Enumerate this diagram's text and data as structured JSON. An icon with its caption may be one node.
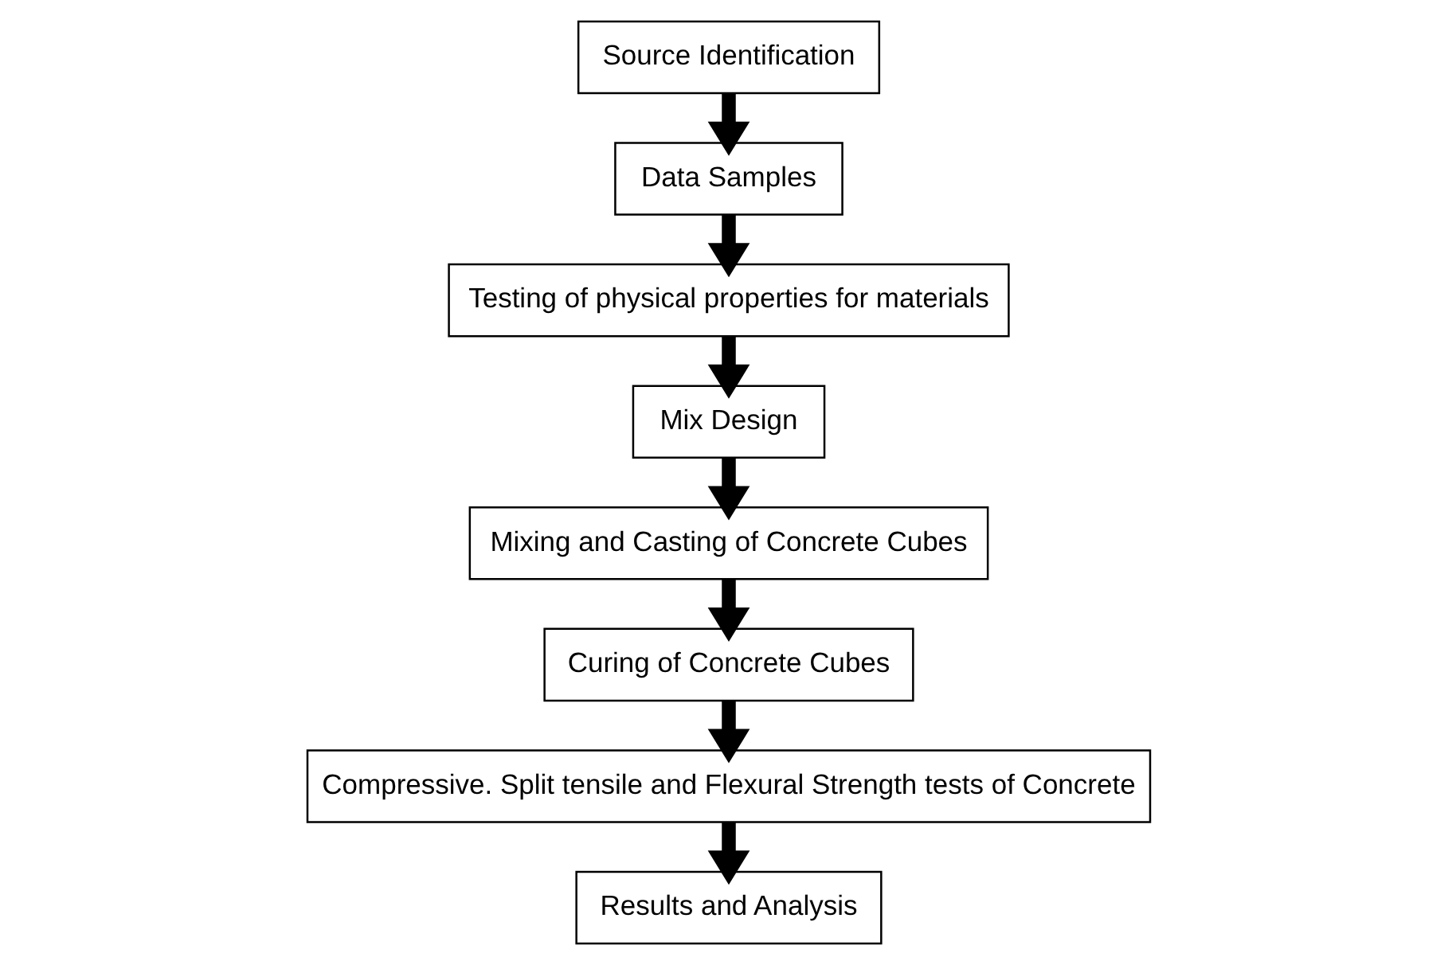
{
  "diagram": {
    "nodes": [
      {
        "text": [
          "Source Identification"
        ]
      },
      {
        "text": [
          "Data Samples"
        ]
      },
      {
        "text": [
          "Testing of physical properties for materials"
        ]
      },
      {
        "text": [
          "Mix Design"
        ]
      },
      {
        "text": [
          "Mixing and Casting of Concrete Cubes"
        ]
      },
      {
        "text": [
          "Curing of Concrete Cubes"
        ]
      },
      {
        "text": [
          "Compressive. Split tensile and Flexural Strength tests of Concrete"
        ]
      },
      {
        "text": [
          "Results and Analysis"
        ]
      }
    ],
    "edges": [
      {
        "from": 0,
        "to": 1,
        "arrow": "to"
      },
      {
        "from": 1,
        "to": 2,
        "arrow": "to"
      },
      {
        "from": 2,
        "to": 3,
        "arrow": "to"
      },
      {
        "from": 3,
        "to": 4,
        "arrow": "to"
      },
      {
        "from": 4,
        "to": 5,
        "arrow": "to"
      },
      {
        "from": 5,
        "to": 6,
        "arrow": "to"
      },
      {
        "from": 6,
        "to": 7,
        "arrow": "to"
      }
    ]
  }
}
